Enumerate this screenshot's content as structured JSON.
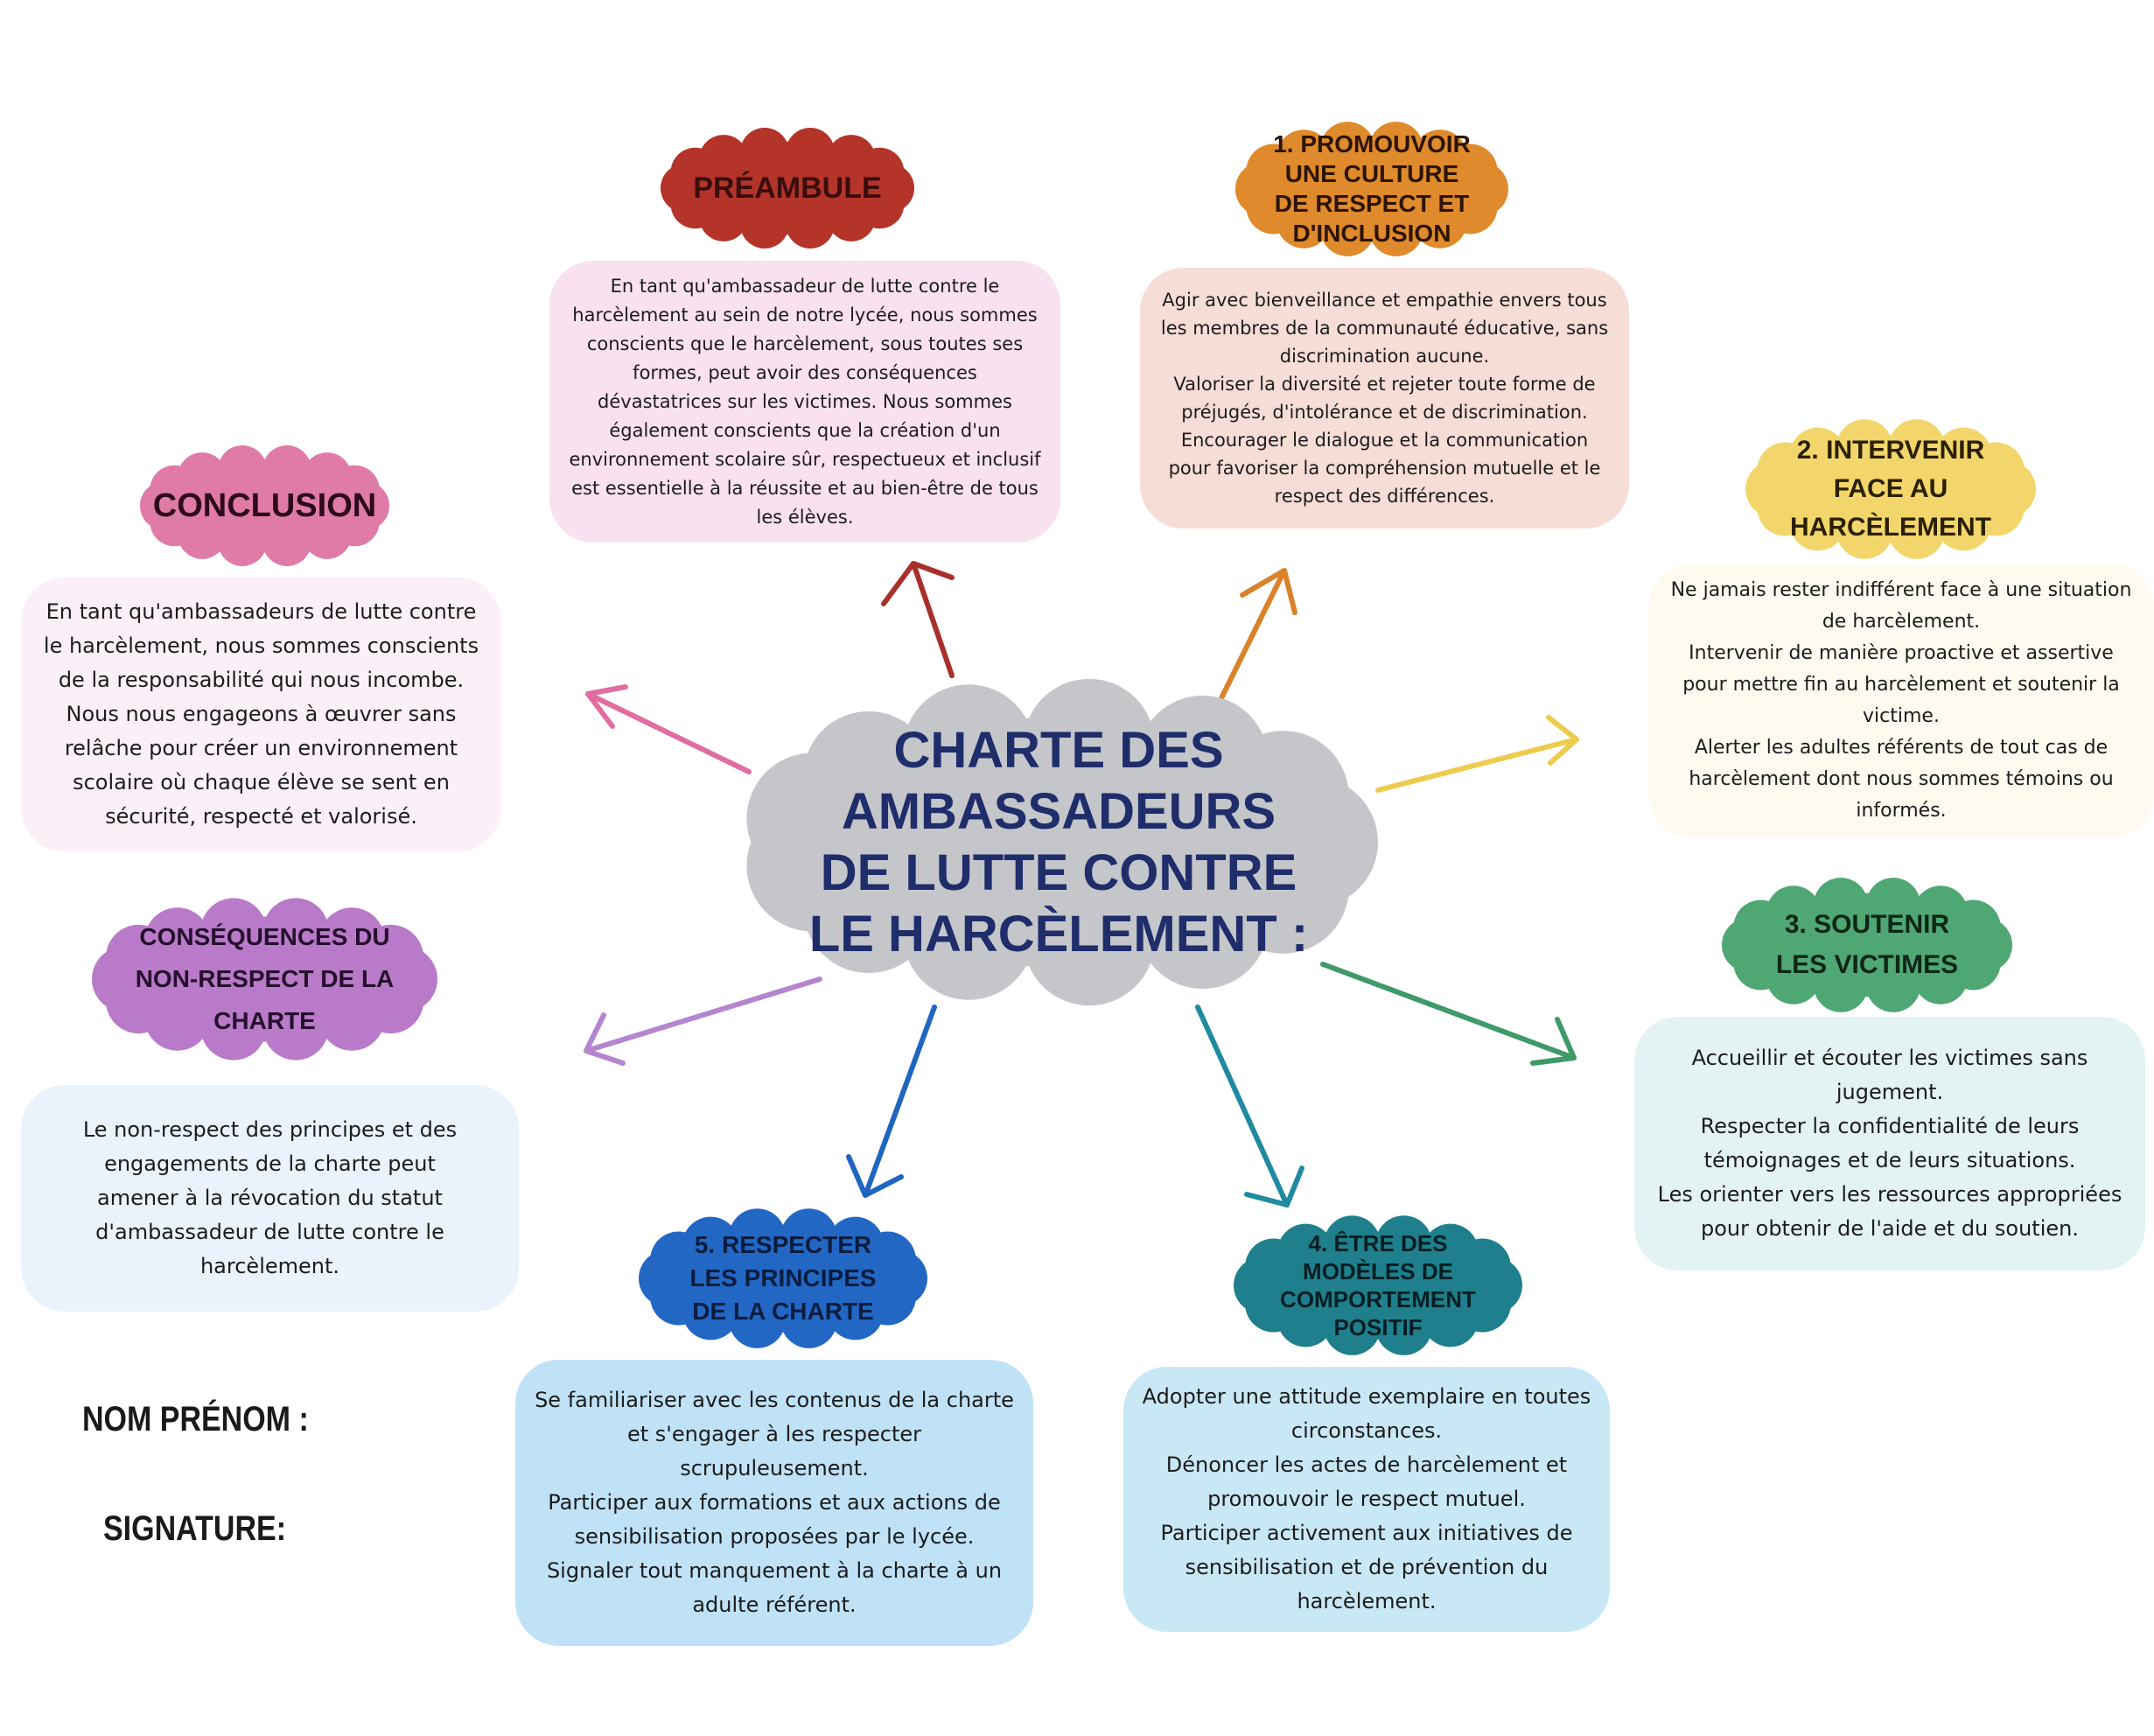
{
  "title": "CHARTE DES AMBASSADEURS DE LUTTE CONTRE LE HARCÈLEMENT :",
  "colors": {
    "center": "#c4c6ca",
    "title": "#1f2d6b"
  },
  "sections": {
    "preambule": {
      "heading": "PRÉAMBULE",
      "color": "#b4342a",
      "box_color": "#f9e1f0",
      "text": "En tant qu'ambassadeur de lutte contre le harcèlement au sein de notre lycée, nous sommes conscients que le harcèlement, sous toutes ses formes, peut avoir des conséquences dévastatrices sur les victimes. Nous sommes également conscients que la création d'un environnement scolaire sûr, respectueux et inclusif est essentielle à la réussite et au bien-être de tous les élèves."
    },
    "promouvoir": {
      "heading": "1. PROMOUVOIR UNE CULTURE DE RESPECT ET D'INCLUSION",
      "color": "#df8a2c",
      "box_color": "#f6ddd6",
      "text": "Agir avec bienveillance et empathie envers tous les membres de la communauté éducative, sans discrimination aucune.\nValoriser la diversité et rejeter toute forme de préjugés, d'intolérance et de discrimination.\nEncourager le dialogue et la communication pour favoriser la compréhension mutuelle et le respect des différences."
    },
    "intervenir": {
      "heading": "2. INTERVENIR FACE AU HARCÈLEMENT",
      "color": "#f3d66b",
      "box_color": "#fffaf0",
      "text": "Ne jamais rester indifférent face à une situation de harcèlement.\nIntervenir de manière proactive et assertive pour mettre fin au harcèlement et soutenir la victime.\nAlerter les adultes référents de tout cas de harcèlement dont nous sommes témoins ou informés."
    },
    "soutenir": {
      "heading": "3. SOUTENIR LES VICTIMES",
      "color": "#4fa773",
      "box_color": "#e3f3f4",
      "text": "Accueillir et écouter les victimes sans jugement.\nRespecter la confidentialité de leurs témoignages et de leurs situations.\nLes orienter vers les ressources appropriées pour obtenir de l'aide et du soutien."
    },
    "modeles": {
      "heading": "4. ÊTRE DES MODÈLES DE COMPORTEMENT POSITIF",
      "color": "#1f7f8c",
      "box_color": "#c9e8f6",
      "text": "Adopter une attitude exemplaire en toutes circonstances.\nDénoncer les actes de harcèlement et promouvoir le respect mutuel.\nParticiper activement aux initiatives de sensibilisation et de prévention du harcèlement."
    },
    "respecter": {
      "heading": "5. RESPECTER LES PRINCIPES DE LA CHARTE",
      "color": "#2367c4",
      "box_color": "#bfe2f7",
      "text": "Se familiariser avec les contenus de la charte et s'engager à les respecter scrupuleusement.\nParticiper aux formations et aux actions de sensibilisation proposées par le lycée.\nSignaler tout manquement à la charte à un adulte référent."
    },
    "conclusion": {
      "heading": "CONCLUSION",
      "color": "#e07aa6",
      "box_color": "#fcf0f8",
      "text": "En tant qu'ambassadeurs de lutte contre le harcèlement, nous sommes conscients de la responsabilité qui nous incombe. Nous nous engageons à œuvrer sans relâche pour créer un environnement scolaire où chaque élève se sent en sécurité, respecté et valorisé."
    },
    "consequences": {
      "heading": "CONSÉQUENCES DU NON-RESPECT DE LA CHARTE",
      "color": "#b97ac9",
      "box_color": "#eaf2fb",
      "text": "Le non-respect des principes et des engagements de la charte peut amener à la révocation du statut d'ambassadeur de lutte contre le harcèlement."
    }
  },
  "footer": {
    "name_label": "NOM PRÉNOM :",
    "signature_label": "SIGNATURE:"
  }
}
